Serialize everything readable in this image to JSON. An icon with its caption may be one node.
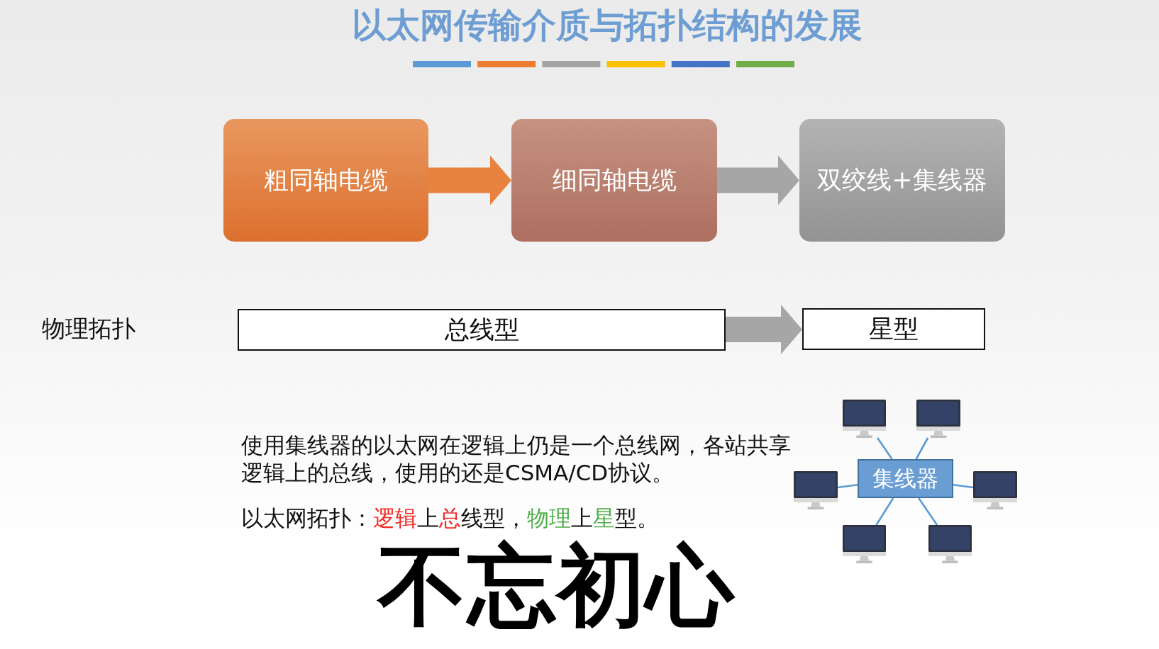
{
  "diagram": {
    "title": "以太网传输介质与拓扑结构的发展",
    "nodes": [
      {
        "text": [
          "粗同轴电缆"
        ]
      },
      {
        "text": [
          "细同轴电缆"
        ]
      },
      {
        "text": [
          "双绞线+集线器"
        ]
      },
      {
        "text": [
          "总线型"
        ]
      },
      {
        "text": [
          "星型"
        ]
      },
      {
        "text": [],
        "shape": "picture"
      },
      {
        "text": [],
        "shape": "picture"
      },
      {
        "text": [],
        "shape": "picture"
      },
      {
        "text": [
          "集线器"
        ]
      },
      {
        "text": [],
        "shape": "picture"
      },
      {
        "text": [],
        "shape": "picture"
      },
      {
        "text": [],
        "shape": "picture"
      }
    ],
    "edges": [
      {
        "from": 0,
        "to": 1,
        "arrow": "to",
        "style": "thick",
        "color": "#e8823f"
      },
      {
        "from": 1,
        "to": 2,
        "arrow": "to",
        "style": "thick",
        "color": "#a6a6a6"
      },
      {
        "from": 3,
        "to": 4,
        "arrow": "to",
        "style": "thick",
        "color": "#a6a6a6"
      },
      {
        "from": 8,
        "to": 5,
        "arrow": "none"
      },
      {
        "from": 8,
        "to": 6,
        "arrow": "none"
      },
      {
        "from": 8,
        "to": 7,
        "arrow": "none"
      },
      {
        "from": 8,
        "to": 9,
        "arrow": "none"
      },
      {
        "from": 8,
        "to": 10,
        "arrow": "none"
      },
      {
        "from": 8,
        "to": 11,
        "arrow": "none"
      }
    ],
    "labels": [
      "物理拓扑",
      "使用集线器的以太网在逻辑上仍是一个总线网，各站共享逻辑上的总线，使用的还是CSMA/CD协议。",
      "以太网拓扑：逻辑上总线型，物理上星型。",
      "不忘初心"
    ]
  }
}
